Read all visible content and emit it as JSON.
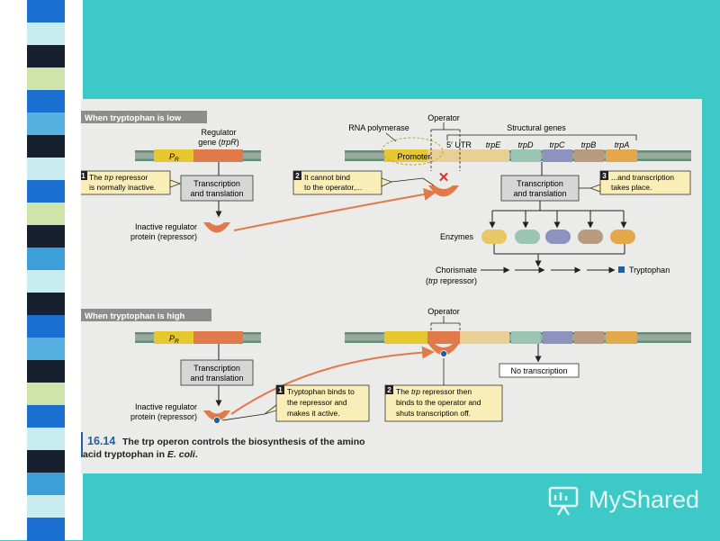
{
  "stripes": [
    "#1b6fd1",
    "#c9ecf0",
    "#17202f",
    "#cfe4a8",
    "#1b6fd1",
    "#56b0e0",
    "#17202f",
    "#c9ecf0",
    "#1b6fd1",
    "#cfe4a8",
    "#17202f",
    "#3d9fd8",
    "#c9ecf0",
    "#17202f",
    "#1b6fd1",
    "#56b0e0",
    "#17202f",
    "#cfe4a8",
    "#1b6fd1",
    "#c9ecf0",
    "#17202f",
    "#3d9fd8",
    "#c9ecf0",
    "#1b6fd1"
  ],
  "colors": {
    "slide_bg": "#3ec9c9",
    "panel": "#ebebe9",
    "orange": "#e07a4a",
    "yellow": "#e6c82e",
    "tan": "#e7cf96",
    "dna_gray": "#99a99c",
    "dna_green": "#5f8f78",
    "callout": "#f9eeb8",
    "box_gray": "#d6d6d6",
    "tryptophan": "#1f5fa8",
    "arrow_orange": "#e07a4a"
  },
  "low": {
    "header": "When tryptophan is low",
    "pr": "P",
    "pr_sub": "R",
    "regulator_line1": "Regulator",
    "regulator_line2_pre": "gene (",
    "regulator_line2_it": "trpR",
    "regulator_line2_post": ")",
    "tt_line1": "Transcription",
    "tt_line2": "and translation",
    "inactive_line1": "Inactive regulator",
    "inactive_line2": "protein (repressor)",
    "step1_num": "1",
    "step1_line1_pre": "The ",
    "step1_line1_it": "trp",
    "step1_line1_post": " repressor",
    "step1_line2": "is normally inactive.",
    "rna_polymerase": "RNA polymerase",
    "operator": "Operator",
    "structural_genes": "Structural genes",
    "promoter": "Promoter",
    "utr": "5′ UTR",
    "genes": [
      "trpE",
      "trpD",
      "trpC",
      "trpB",
      "trpA"
    ],
    "step2_num": "2",
    "step2_line1": "It cannot bind",
    "step2_line2": "to the operator,...",
    "x_mark": "✕",
    "tt2_line1": "Transcription",
    "tt2_line2": "and translation",
    "step3_num": "3",
    "step3_line1": "...and transcription",
    "step3_line2": "takes place.",
    "enzymes": "Enzymes",
    "enzyme_colors": [
      "#e6c864",
      "#9cc4b4",
      "#8e92be",
      "#b89a80",
      "#e3a84a"
    ],
    "chorismate": "Chorismate",
    "chorismate_sub_pre": "(",
    "chorismate_sub_it": "trp",
    "chorismate_sub_post": " repressor)",
    "tryptophan": "Tryptophan"
  },
  "high": {
    "header": "When tryptophan is high",
    "pr": "P",
    "pr_sub": "R",
    "operator": "Operator",
    "tt_line1": "Transcription",
    "tt_line2": "and translation",
    "inactive_line1": "Inactive regulator",
    "inactive_line2": "protein (repressor)",
    "no_transcription": "No transcription",
    "step1_num": "1",
    "step1_line1": "Tryptophan binds to",
    "step1_line2": "the repressor and",
    "step1_line3": "makes it active.",
    "step2_num": "2",
    "step2_line1_pre": "The ",
    "step2_line1_it": "trp",
    "step2_line1_post": " repressor then",
    "step2_line2": "binds to the operator and",
    "step2_line3": "shuts transcription off."
  },
  "caption": {
    "number": "16.14",
    "line1": "The trp operon controls the biosynthesis of the amino",
    "line2_pre": "acid tryptophan in ",
    "line2_it": "E. coli",
    "line2_post": "."
  },
  "watermark": "MyShared"
}
